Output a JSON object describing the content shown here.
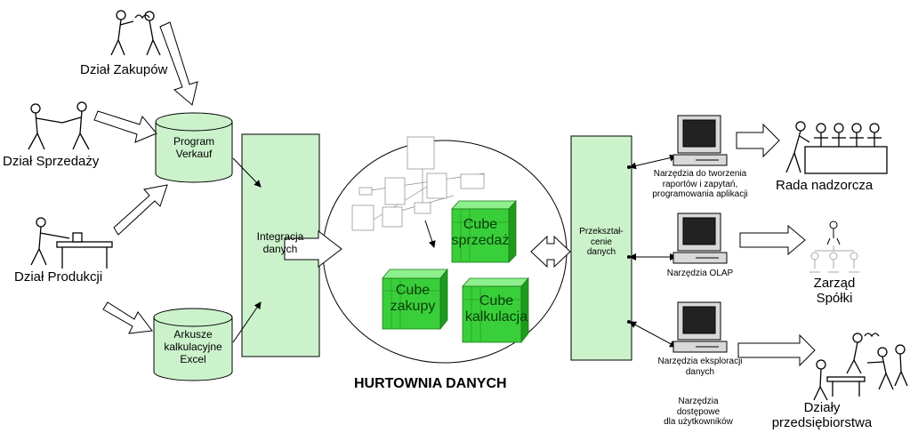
{
  "departments": {
    "purchasing": "Dział Zakupów",
    "sales": "Dział Sprzedaży",
    "production": "Dział Produkcji"
  },
  "sources": {
    "program_verkauf": "Program\nVerkauf",
    "excel_sheets": "Arkusze\nkalkulacyjne\nExcel"
  },
  "integration": "Integracja\ndanych",
  "warehouse": {
    "title": "HURTOWNIA DANYCH",
    "cubes": {
      "sales": "Cube\nsprzedaż",
      "purchases": "Cube\nzakupy",
      "costing": "Cube\nkalkulacja"
    }
  },
  "transformation": "Przekształ-\ncenie\ndanych",
  "tools": {
    "reporting": "Narzędzia do tworzenia\nraportów i zapytań,\nprogramowania aplikacji",
    "olap": "Narzędzia OLAP",
    "exploration": "Narzędzia eksploracji\ndanych",
    "user_access": "Narzędzia\ndostępowe\ndla użytkowników"
  },
  "audiences": {
    "supervisory_board": "Rada nadzorcza",
    "management_board": "Zarząd\nSpółki",
    "company_departments": "Działy\nprzedsiębiorstwa"
  },
  "colors": {
    "box_fill": "#ccf2cc",
    "cube_front": "#39cf3a",
    "cube_top": "#8df08d",
    "cube_side": "#1e9b1e"
  }
}
